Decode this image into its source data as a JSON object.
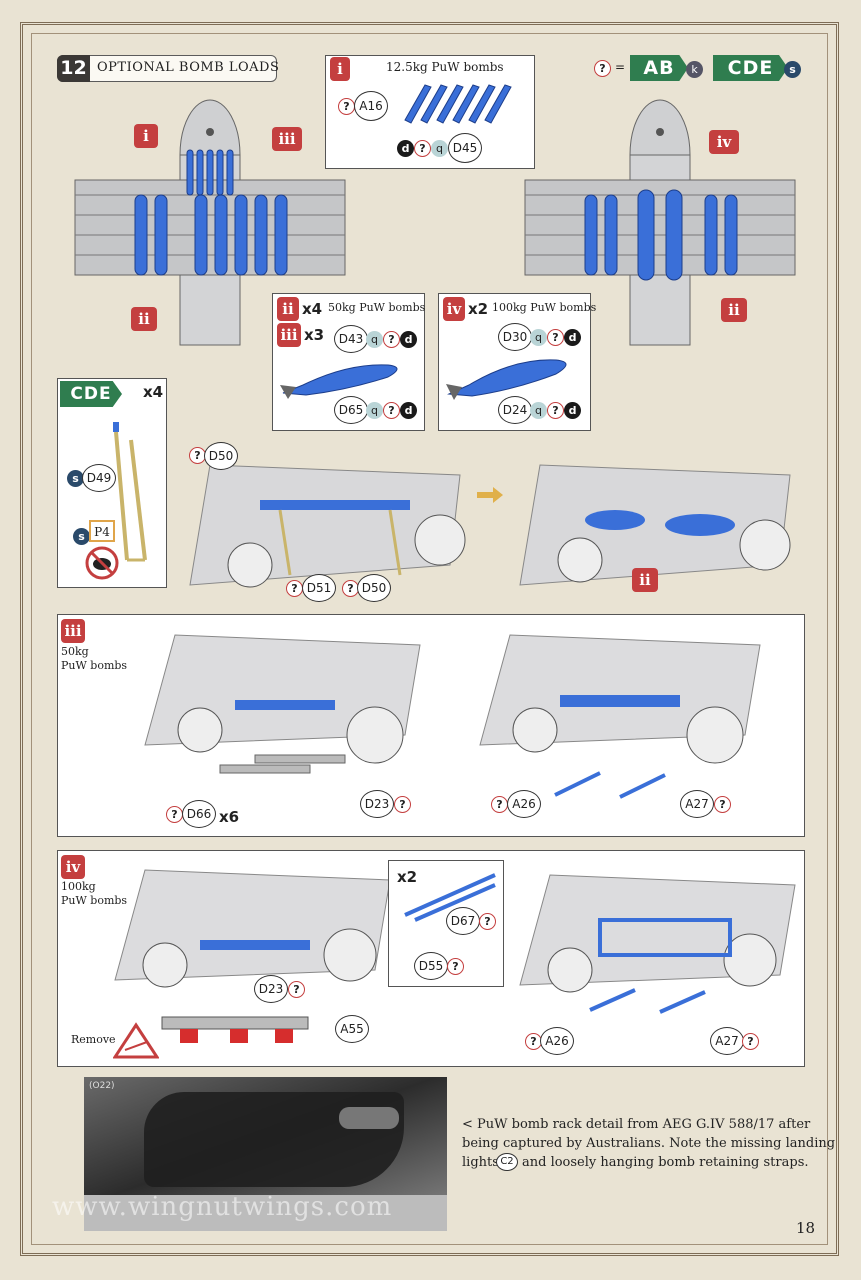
{
  "step": {
    "number": "12",
    "title": "OPTIONAL BOMB LOADS"
  },
  "legend": {
    "q_symbol": "?",
    "equals": "=",
    "ab": "AB",
    "ab_sub": "k",
    "cde": "CDE",
    "cde_sub": "s"
  },
  "callouts": {
    "i": "i",
    "ii": "ii",
    "iii": "iii",
    "iv": "iv"
  },
  "panel_i": {
    "title": "12.5kg PuW bombs",
    "part_a16": "A16",
    "part_d45": "D45",
    "d": "d",
    "q": "q"
  },
  "panel_ii": {
    "mult_ii": "x4",
    "title": "50kg PuW bombs",
    "mult_iii": "x3",
    "part_d43": "D43",
    "part_d65": "D65",
    "q": "q",
    "d": "d"
  },
  "panel_iv": {
    "mult": "x2",
    "title": "100kg PuW bombs",
    "part_d30": "D30",
    "part_d24": "D24",
    "q": "q",
    "d": "d"
  },
  "cde_panel": {
    "tag": "CDE",
    "mult": "x4",
    "part_d49": "D49",
    "part_p4": "P4",
    "s": "s"
  },
  "strut_parts": {
    "d50_top": "D50",
    "d51": "D51",
    "d50_bottom": "D50"
  },
  "section_iii": {
    "label1": "50kg",
    "label2": "PuW bombs",
    "d66": "D66",
    "x6": "x6",
    "d23": "D23",
    "a26": "A26",
    "a27": "A27"
  },
  "section_iv": {
    "label1": "100kg",
    "label2": "PuW bombs",
    "d23": "D23",
    "a55": "A55",
    "remove": "Remove",
    "x2": "x2",
    "d67": "D67",
    "d55": "D55",
    "a26": "A26",
    "a27": "A27"
  },
  "photo": {
    "id": "(O22)",
    "watermark": "www.wingnutwings.com"
  },
  "caption": {
    "line1": "< PuW bomb rack detail from AEG G.IV 588/17 after",
    "line2": "being captured by Australians. Note the missing landing",
    "line3a": "lights",
    "ref": "C2",
    "line3b": "and loosely hanging bomb retaining straps."
  },
  "page_number": "18",
  "colors": {
    "bomb_blue": "#3a6fd8",
    "accent_red": "#c43f3f",
    "brand_green": "#2f7d4f",
    "strut_yellow": "#c9b46a"
  }
}
